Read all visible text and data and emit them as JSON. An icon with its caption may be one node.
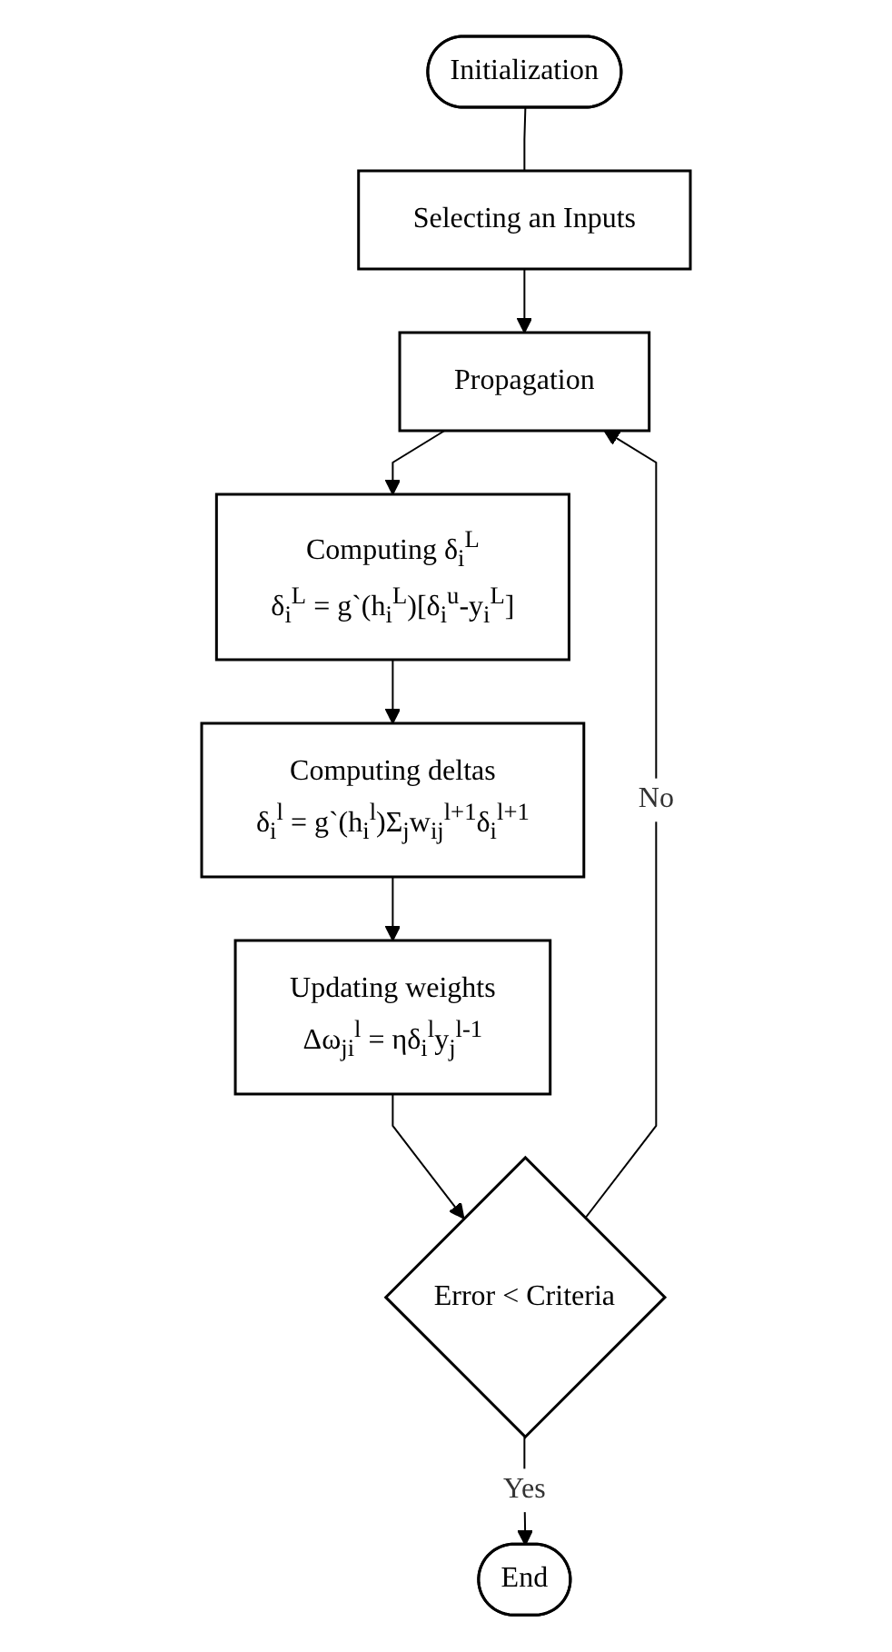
{
  "diagram": {
    "nodes": [
      {
        "text": [
          "Initialization"
        ]
      },
      {
        "text": [
          "Selecting an Inputs"
        ]
      },
      {
        "text": [
          "Propagation"
        ]
      },
      {
        "text": [
          "Computing δ$_{i}$$^{L}$",
          "δ$_{i}$$^{L}$ = g`(h$_{i}$$^{L}$)[δ$_{i}$$^{u}$-y$_{i}$$^{L}$]"
        ]
      },
      {
        "text": [
          "Computing deltas",
          "δ$_{i}$$^{l}$ = g`(h$_{i}$$^{l}$)Σ$_{j}$w$_{ij}$$^{l+1}$δ$_{i}$$^{l+1}$"
        ]
      },
      {
        "text": [
          "Updating weights",
          "Δω$_{ji}$$^{l}$ = ηδ$_{i}$$^{l}$y$_{j}$$^{l-1}$"
        ]
      },
      {
        "text": [
          "Error < Criteria"
        ]
      },
      {
        "text": [
          "End"
        ]
      }
    ],
    "edges": [
      {
        "from": 0,
        "to": 1,
        "arrow": "none"
      },
      {
        "from": 1,
        "to": 2,
        "arrow": "to"
      },
      {
        "from": 2,
        "to": 3,
        "arrow": "to"
      },
      {
        "from": 3,
        "to": 4,
        "arrow": "to"
      },
      {
        "from": 4,
        "to": 5,
        "arrow": "to"
      },
      {
        "from": 5,
        "to": 6,
        "arrow": "to"
      },
      {
        "from": 6,
        "to": 2,
        "arrow": "to",
        "label": "No"
      },
      {
        "from": 6,
        "to": 7,
        "arrow": "to",
        "label": "Yes"
      }
    ]
  }
}
